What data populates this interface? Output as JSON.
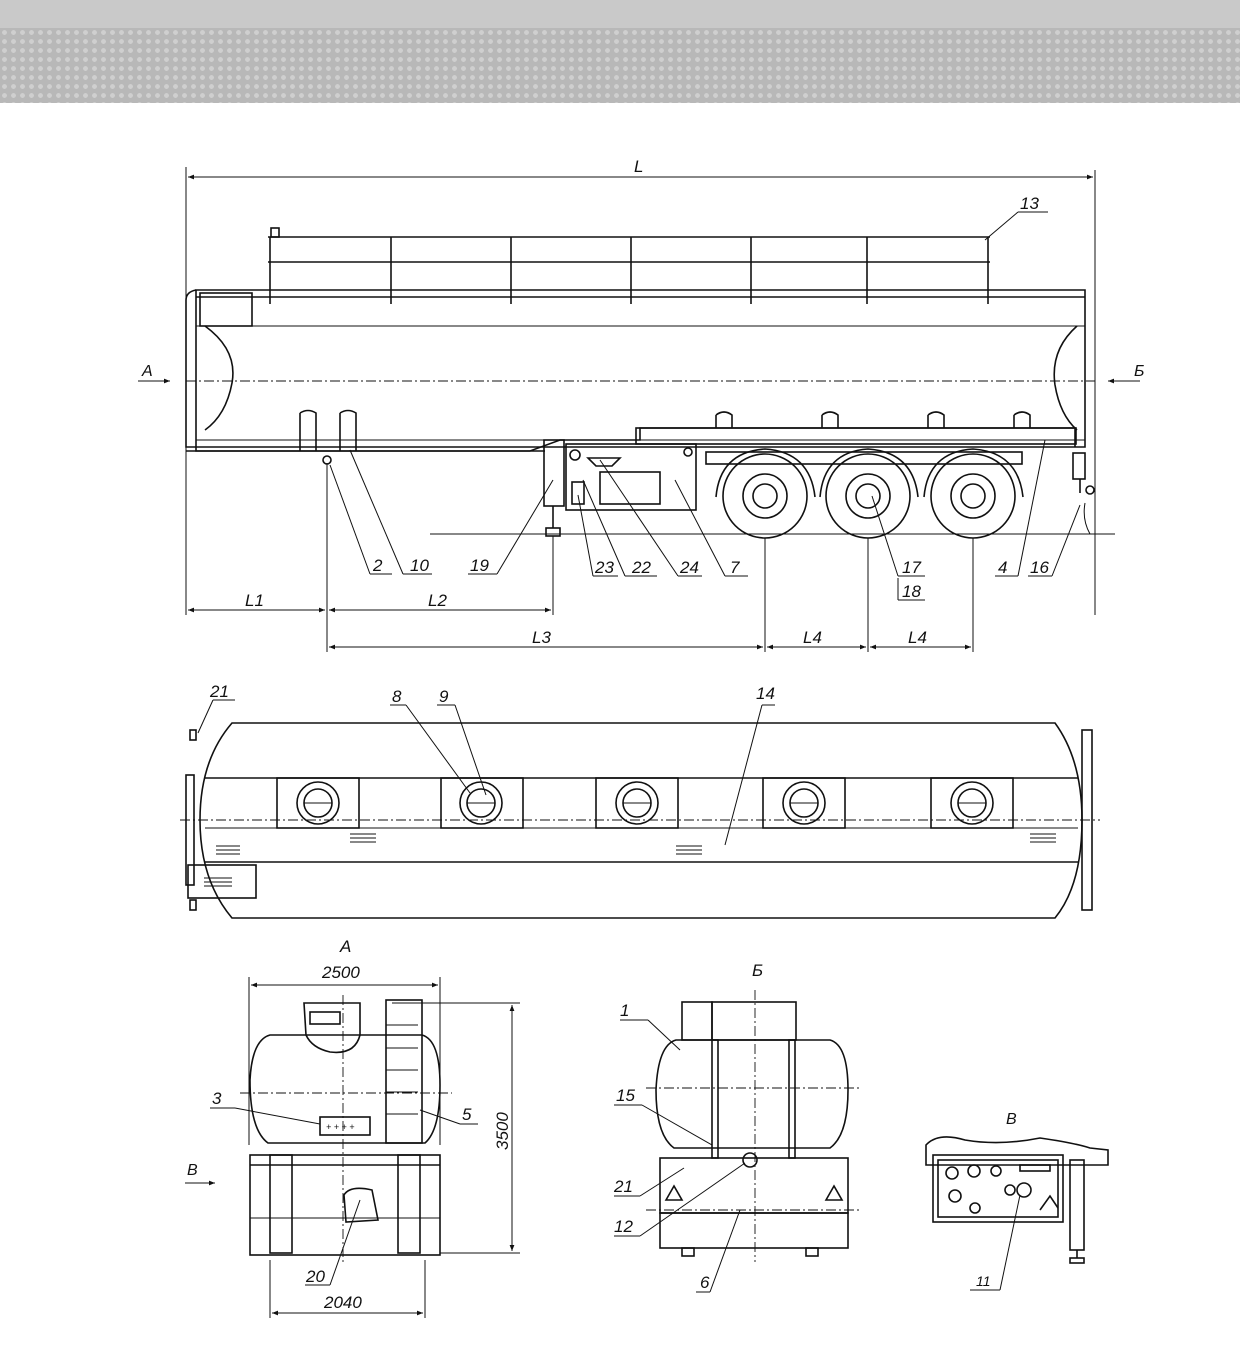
{
  "dimensions": {
    "overall_length": "L",
    "l1": "L1",
    "l2": "L2",
    "l3": "L3",
    "l4": "L4",
    "width": "2500",
    "track": "2040",
    "height": "3500"
  },
  "views": {
    "front": "А",
    "rear": "Б",
    "detail": "В"
  },
  "arrows": {
    "view_a": "А",
    "view_b": "Б",
    "view_v": "В"
  },
  "callouts": {
    "side": [
      "13",
      "2",
      "10",
      "19",
      "23",
      "22",
      "24",
      "7",
      "17",
      "18",
      "4",
      "16"
    ],
    "top": [
      "21",
      "8",
      "9",
      "14"
    ],
    "front": [
      "3",
      "5",
      "20"
    ],
    "rear": [
      "1",
      "15",
      "21",
      "12",
      "6"
    ],
    "detail": [
      "11"
    ]
  }
}
